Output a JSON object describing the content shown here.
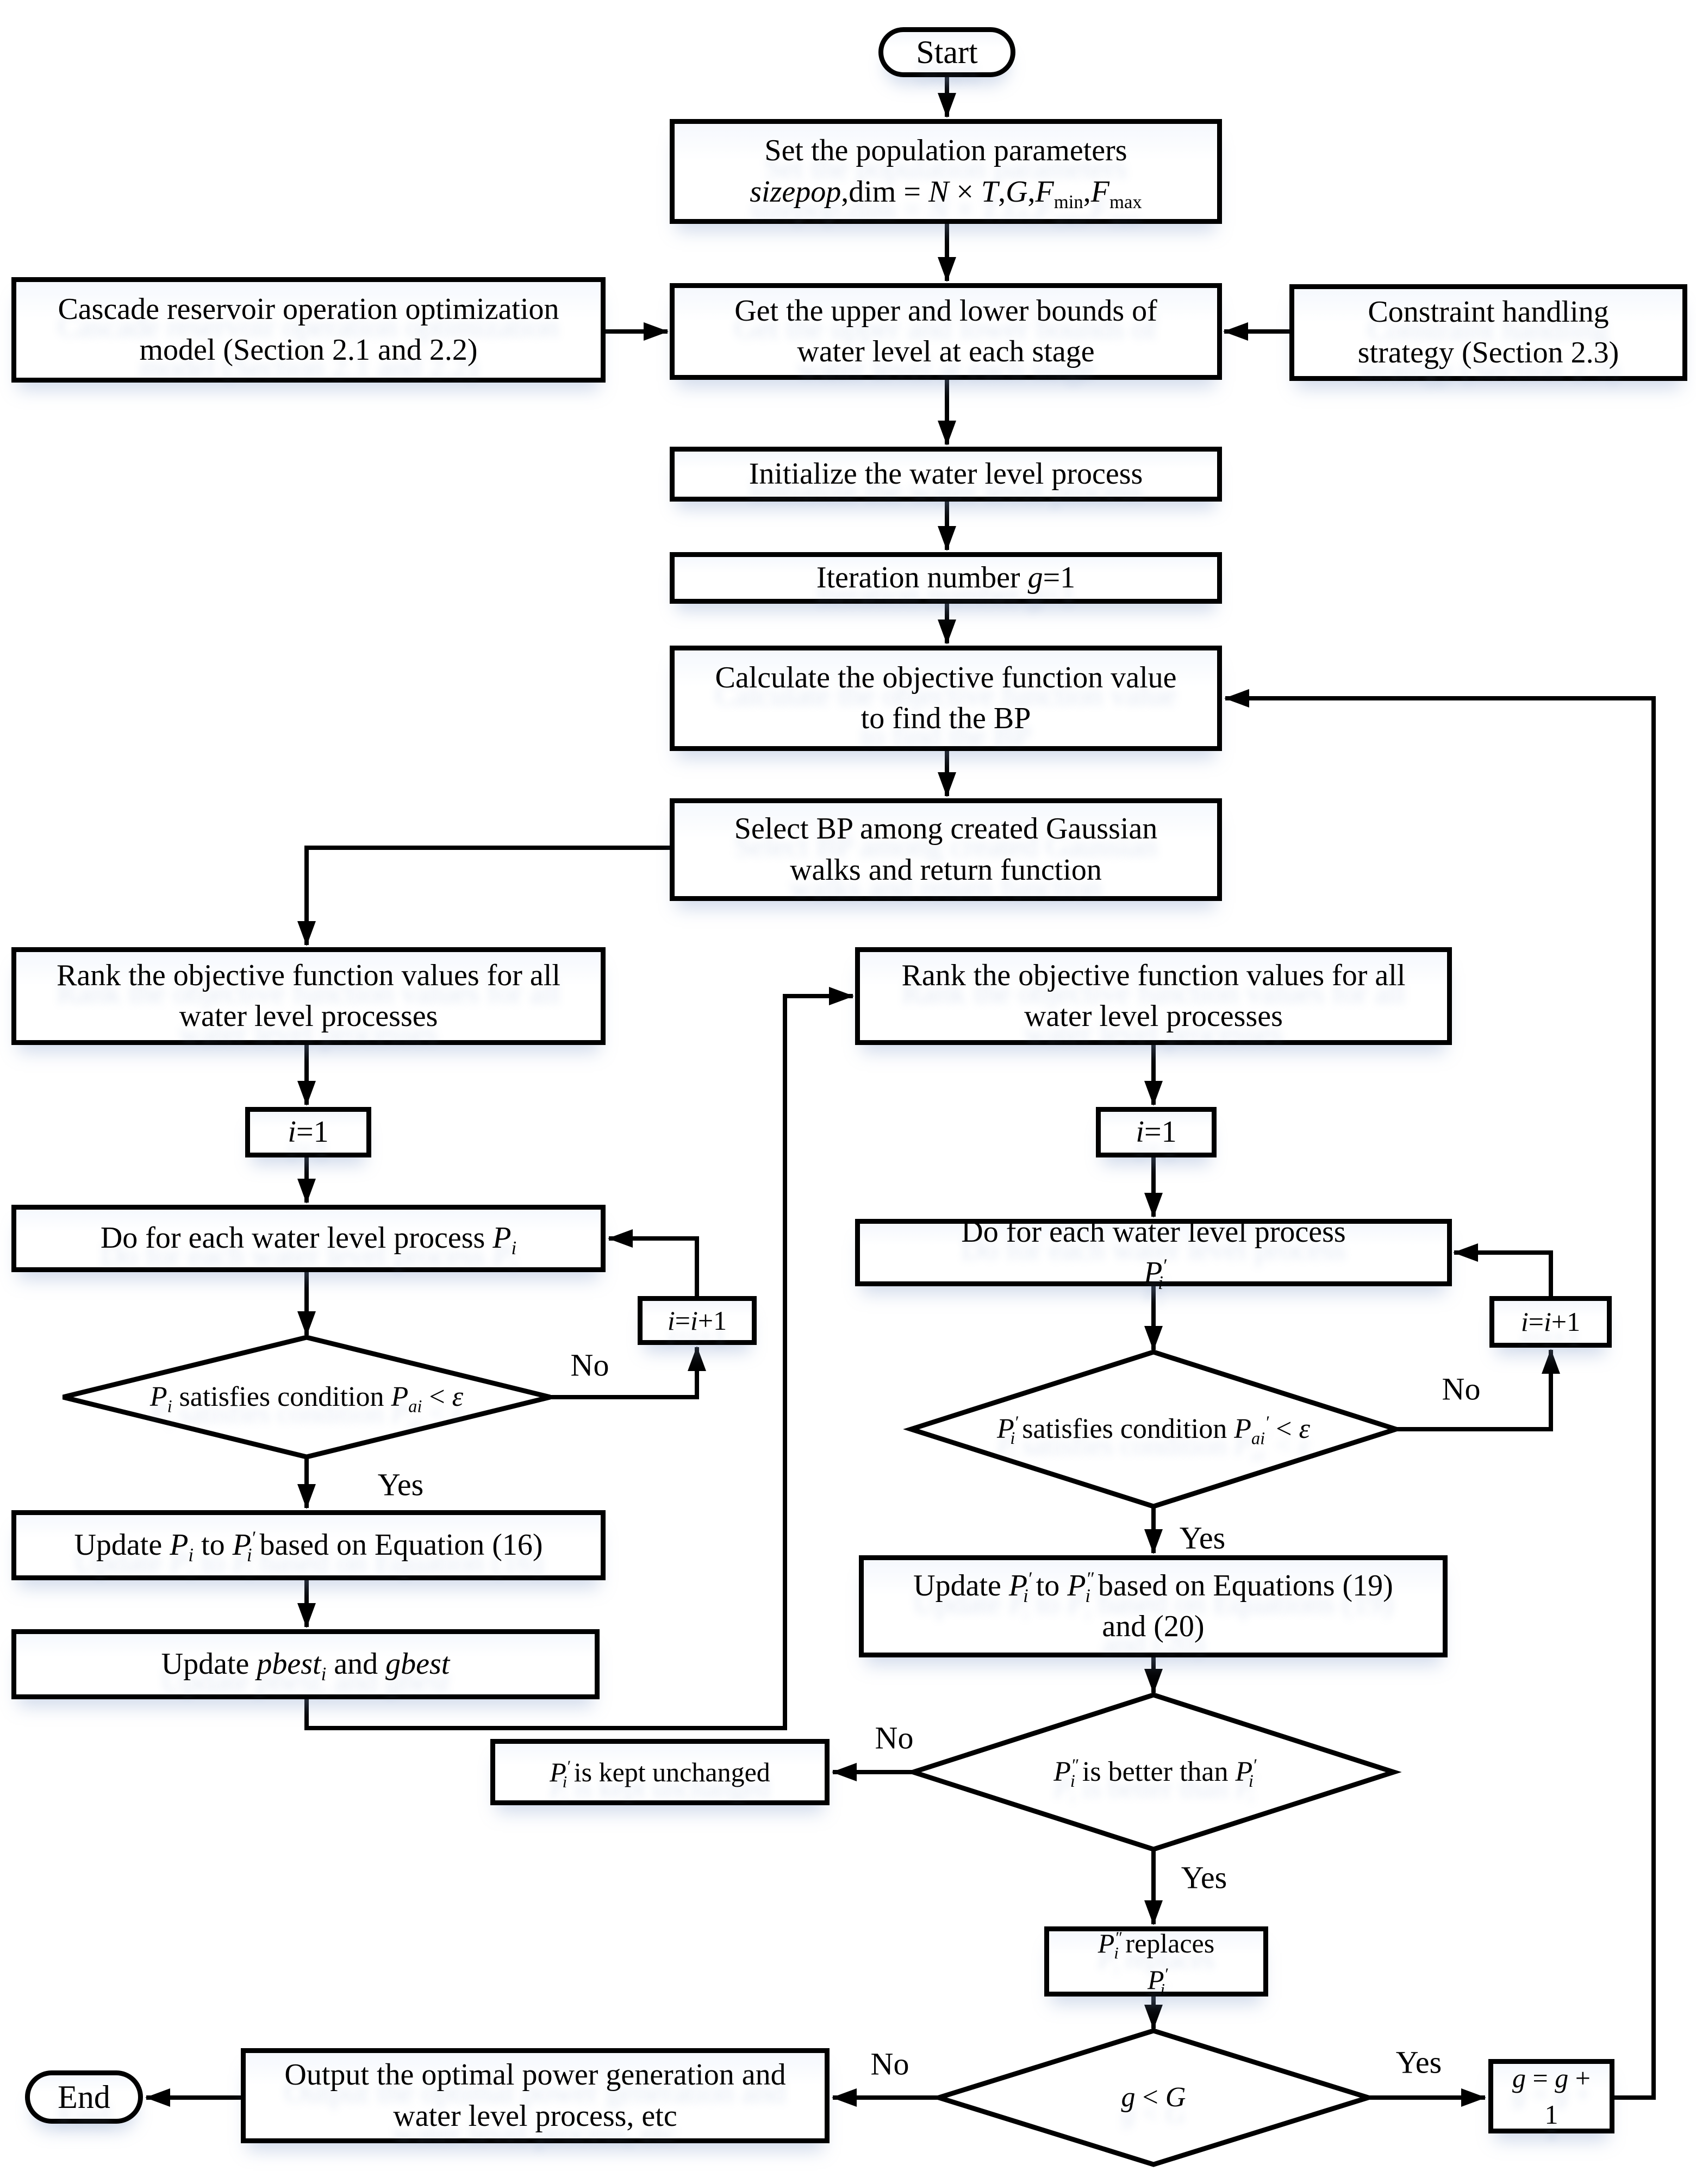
{
  "flowchart": {
    "terminators": {
      "start": "Start",
      "end": "End"
    },
    "nodes": {
      "set_params_line1": "Set the population parameters",
      "set_params_line2": "<i>sizepop</i>,dim = <i>N</i> × <i>T</i>,<i>G</i>,<i>F</i><sub>min</sub>,<i>F</i><sub>max</sub>",
      "cascade_model": "Cascade reservoir operation optimization model (Section 2.1 and 2.2)",
      "get_bounds": "Get the upper and lower bounds of water level at each stage",
      "constraint_strategy": "Constraint handling strategy (Section 2.3)",
      "initialize": "Initialize the water level process",
      "iteration_number": "Iteration number <i>g</i>=1",
      "calculate_objective": "Calculate the objective function value to find the BP",
      "select_bp": "Select BP among created Gaussian walks and return function",
      "rank_values": "Rank the objective function values for all water level processes",
      "i_equals_1": "<i>i</i>=1",
      "i_increment": "<i>i</i>=<i>i</i>+1",
      "do_for_each_left": "Do for each water level process <i>P<sub>i</sub></i>",
      "do_for_each_right": "Do for each water level process <i>P<sup class=\"pr\">′</sup><sub class=\"un\">i</sub></i>",
      "update_eq16": "Update  <i>P<sub>i</sub></i> to <i>P<sup class=\"pr\">′</sup><sub class=\"un\">i</sub></i>  based on Equation (16)",
      "update_pbest": "Update  <i>pbest<sub>i</sub></i> and <i>gbest</i>",
      "update_eq19_20": "Update  <i>P<sup class=\"pr\">′</sup><sub class=\"un\">i</sub></i> to <i>P<sup class=\"pr\">″</sup><sub class=\"un\">i</sub></i>  based on Equations (19) and (20)",
      "kept_unchanged": "<i>P<sup class=\"pr\">′</sup><sub class=\"un\">i</sub></i>  is kept unchanged",
      "replaces": "<i>P<sup class=\"pr\">″</sup><sub class=\"un\">i</sub></i> replaces <i>P<sup class=\"pr\">′</sup><sub class=\"un\">i</sub></i>",
      "g_increment": "<i>g</i> = <i>g</i> + 1",
      "output": "Output the optimal power generation and water level process, etc"
    },
    "conditions": {
      "cond_left": "<i>P<sub>i</sub></i> satisfies condition <i>P<sub>ai</sub></i> &lt; <i>ε</i>",
      "cond_right": "<i>P<sup class=\"pr\">′</sup><sub class=\"un\">i</sub></i> satisfies condition <i>P<sub>ai</sub><sup>′</sup></i> &lt; <i>ε</i>",
      "cond_better": "<i>P<sup class=\"pr\">″</sup><sub class=\"un\">i</sub></i>  is better than  <i>P<sup class=\"pr\">′</sup><sub class=\"un\">i</sub></i>",
      "cond_g": "<i>g</i> &lt; <i>G</i>"
    },
    "labels": {
      "yes": "Yes",
      "no": "No"
    }
  }
}
